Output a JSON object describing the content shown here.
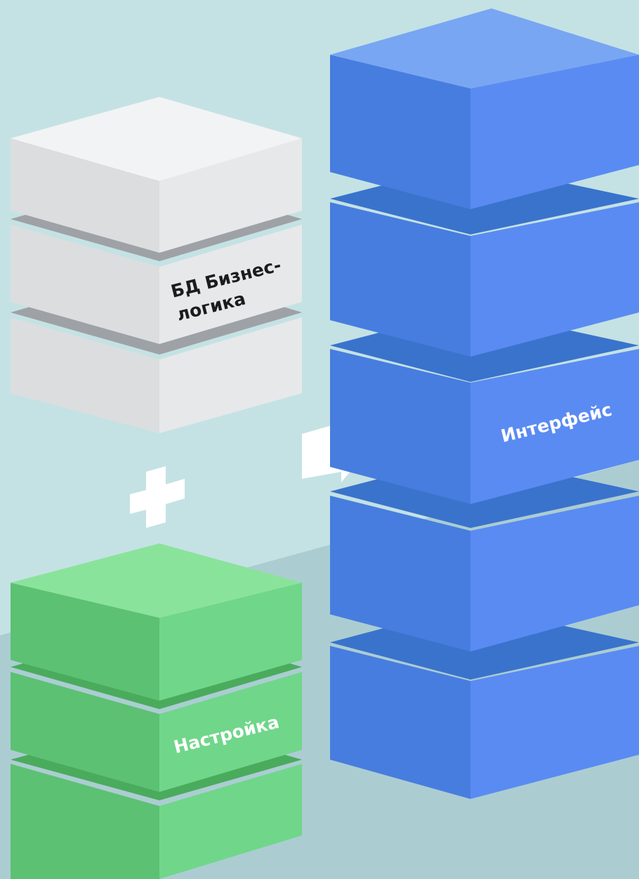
{
  "diagram": {
    "stacks": [
      {
        "id": "db-logic",
        "label_lines": [
          "БД Бизнес-",
          "логика"
        ],
        "block_count": 3,
        "colors": {
          "top": "#f2f3f4",
          "left": "#dcdddf",
          "right": "#e7e8ea",
          "seam": "#9ea1a5"
        },
        "label_color": "#1c1c1c"
      },
      {
        "id": "settings",
        "label_lines": [
          "Настройка"
        ],
        "block_count": 3,
        "colors": {
          "top": "#8ae39b",
          "left": "#5cc173",
          "right": "#70d68a",
          "seam": "#4aab5d"
        },
        "label_color": "#ffffff"
      },
      {
        "id": "interface",
        "label_lines": [
          "Интерфейс"
        ],
        "block_count": 5,
        "colors": {
          "top": "#78a6f2",
          "left": "#477ddf",
          "right": "#5a8bf2",
          "seam": "#3a73cc"
        },
        "label_color": "#ffffff"
      }
    ],
    "operators": [
      {
        "type": "plus",
        "icon": "plus-icon",
        "color": "#ffffff"
      },
      {
        "type": "arrow",
        "icon": "arrow-right-icon",
        "color": "#ffffff"
      }
    ],
    "background": {
      "upper": "#c4e2e4",
      "lower": "#abcdd2"
    }
  }
}
